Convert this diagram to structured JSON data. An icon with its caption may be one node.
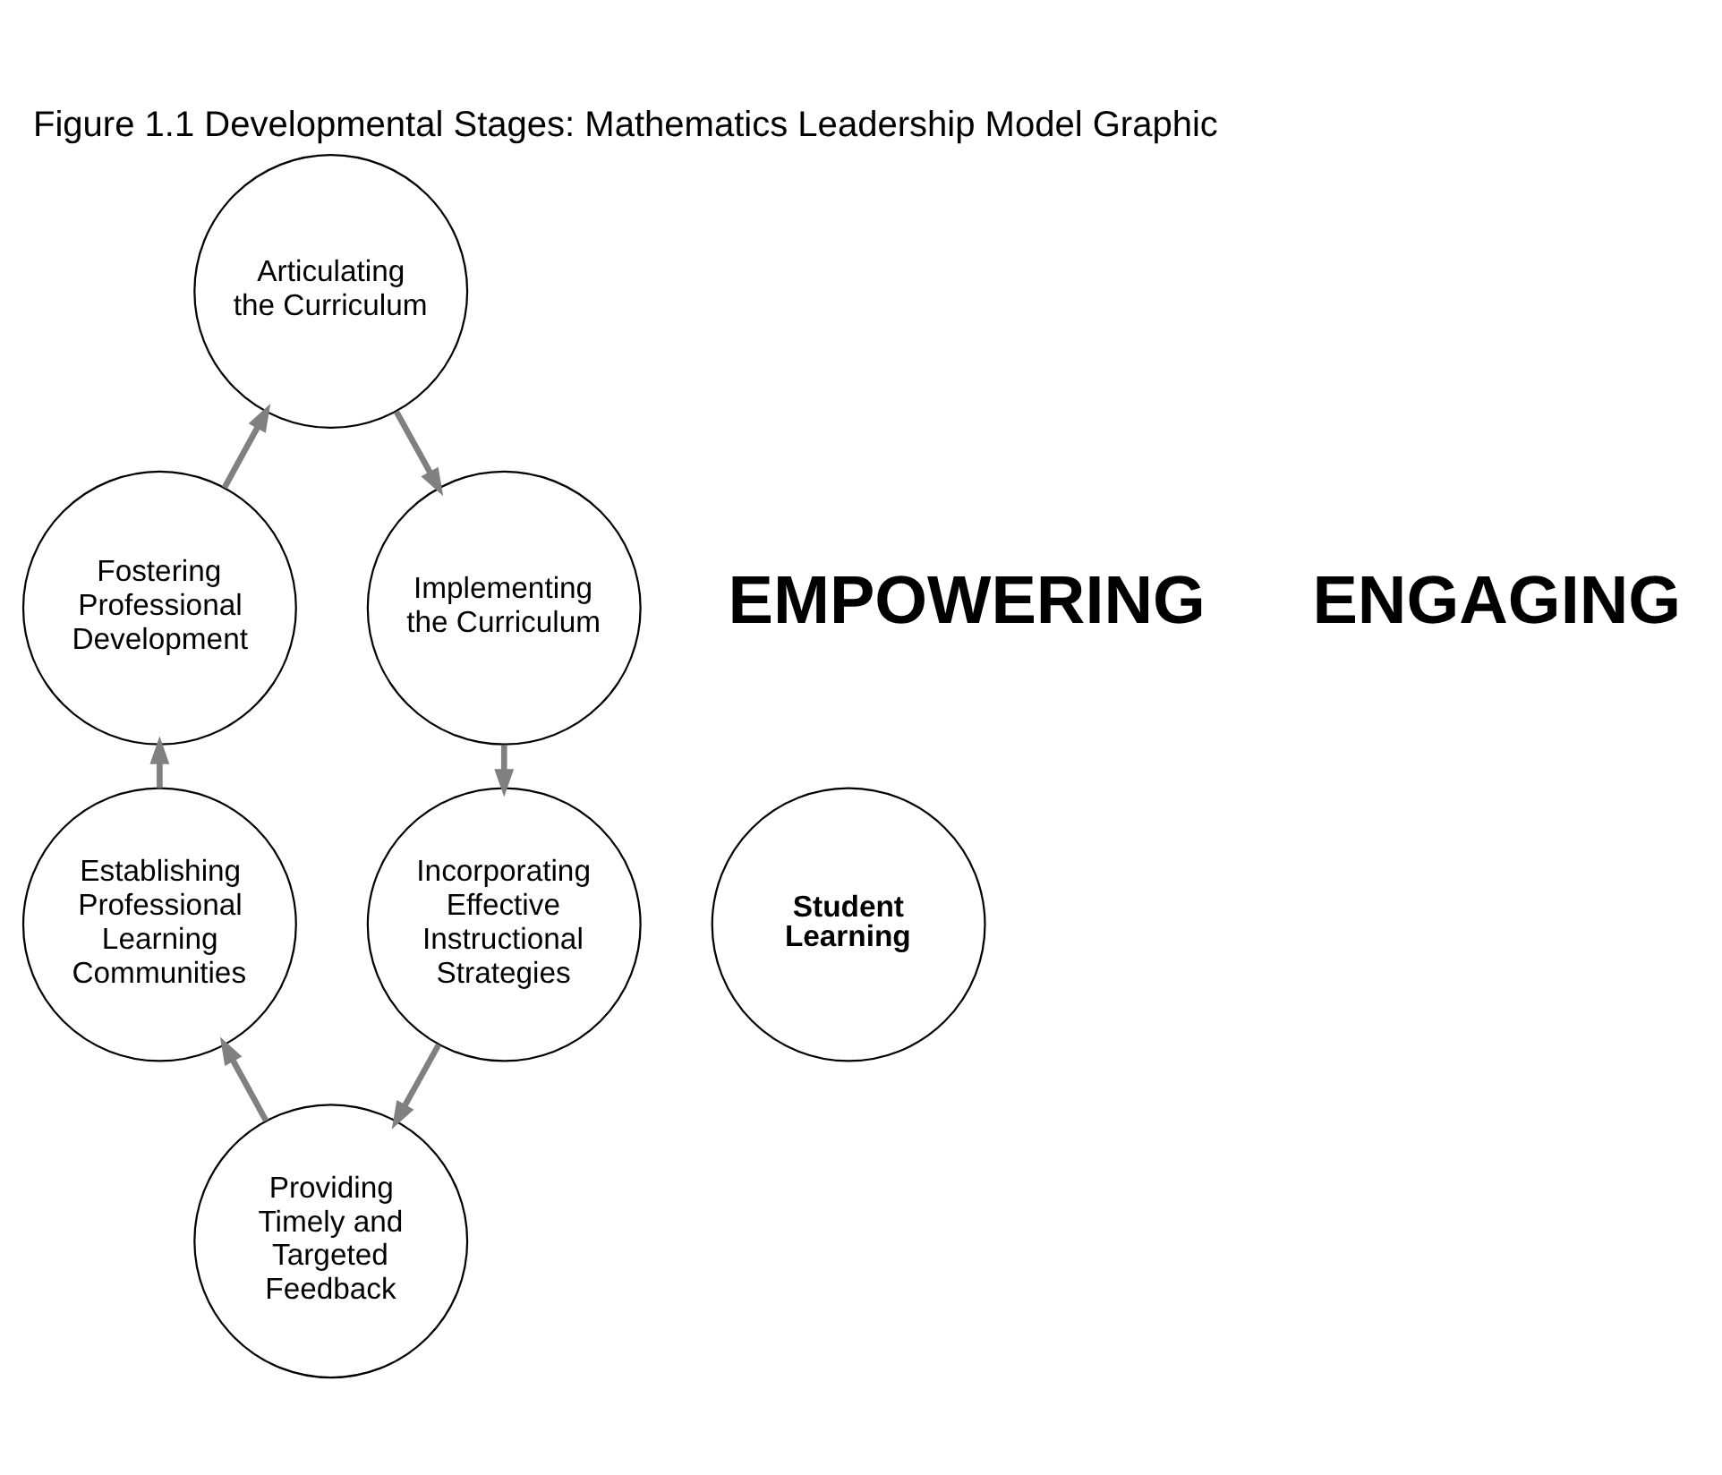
{
  "diagram": {
    "title": "Figure 1.1 Developmental Stages: Mathematics Leadership Model Graphic",
    "nodes": [
      {
        "text": [
          "Articulating the Curriculum"
        ]
      },
      {
        "text": [
          "Implementing the Curriculum"
        ]
      },
      {
        "text": [
          "Incorporating Effective Instructional Strategies"
        ]
      },
      {
        "text": [
          "Providing Timely and Targeted Feedback"
        ]
      },
      {
        "text": [
          "Establishing Professional Learning Communities"
        ]
      },
      {
        "text": [
          "Fostering Professional Development"
        ]
      },
      {
        "text": [
          "Student Learning"
        ]
      }
    ],
    "edges": [
      {
        "from": 0,
        "to": 1,
        "arrow": "to"
      },
      {
        "from": 1,
        "to": 2,
        "arrow": "to"
      },
      {
        "from": 2,
        "to": 3,
        "arrow": "to"
      },
      {
        "from": 3,
        "to": 4,
        "arrow": "to"
      },
      {
        "from": 4,
        "to": 5,
        "arrow": "to"
      },
      {
        "from": 5,
        "to": 0,
        "arrow": "to"
      }
    ],
    "labels": [
      "EMPOWERING",
      "ENGAGING"
    ]
  }
}
